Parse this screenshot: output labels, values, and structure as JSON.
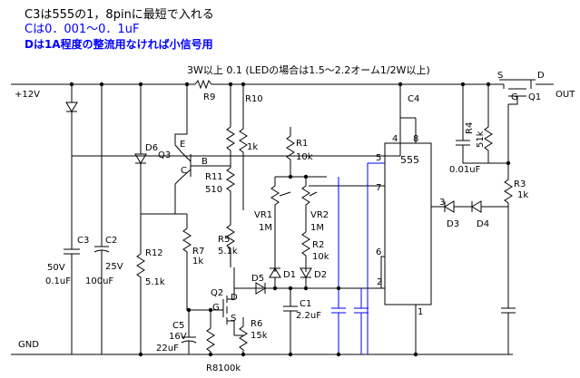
{
  "notes": {
    "line1": "C3は555の1，8pinに最短で入れる",
    "line2": "Cは0．001〜0．1uF",
    "line3": "Dは1A程度の整流用なければ小信号用",
    "line4": "3W以上 0.1 (LEDの場合は1.5〜2.2オーム1/2W以上)"
  },
  "rails": {
    "vcc": "+12V",
    "gnd": "GND",
    "out": "OUT"
  },
  "labels": {
    "r9": "R9",
    "r10": "R10",
    "r10_val": "1k",
    "r1": "R1",
    "r1_val": "10k",
    "r2": "R2",
    "r2_val": "10k",
    "r3": "R3",
    "r3_val": "1k",
    "r4": "R4",
    "r4_val": "51k",
    "r5": "R5",
    "r5_val": "5.1k",
    "r6": "R6",
    "r6_val": "15k",
    "r7": "R7",
    "r7_val": "1k",
    "r8": "R8100k",
    "r11": "R11",
    "r11_val": "510",
    "r12": "R12",
    "r12_val": "5.1k",
    "vr1": "VR1",
    "vr1_val": "1M",
    "vr2": "VR2",
    "vr2_val": "1M",
    "c1": "C1",
    "c1_val": "2.2uF",
    "c2": "C2",
    "c2_val": "25V",
    "c2_val2": "100uF",
    "c3": "C3",
    "c3_val": "50V",
    "c3_val2": "0.1uF",
    "c4": "C4",
    "c5": "C5",
    "c5_val": "16V",
    "c5_val2": "22uF",
    "c6_val": "0.01uF",
    "d1": "D1",
    "d2": "D2",
    "d3": "D3",
    "d4": "D4",
    "d5": "D5",
    "d6": "D6",
    "q1": "Q1",
    "q1_s": "S",
    "q1_d": "D",
    "q1_g": "G",
    "q2": "Q2",
    "q2_d": "D",
    "q2_g": "G",
    "q2_s": "S",
    "q3": "Q3",
    "q3_e": "E",
    "q3_b": "B",
    "q3_c": "C",
    "ic": "555",
    "pin1": "1",
    "pin2": "2",
    "pin3": "3",
    "pin4": "4",
    "pin5": "5",
    "pin6": "6",
    "pin7": "7",
    "pin8": "8"
  }
}
